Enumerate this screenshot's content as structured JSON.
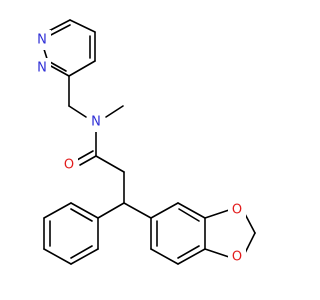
{
  "structure": {
    "type": "skeletal-formula",
    "atom_labels": {
      "pyrimidine_n1": "N",
      "pyrimidine_n2": "N",
      "amide_n": "N",
      "carbonyl_o": "O",
      "dioxole_o1": "O",
      "dioxole_o2": "O"
    },
    "colors": {
      "N": "#2f2fd6",
      "O": "#e21b1b",
      "bond": "#000000"
    }
  }
}
